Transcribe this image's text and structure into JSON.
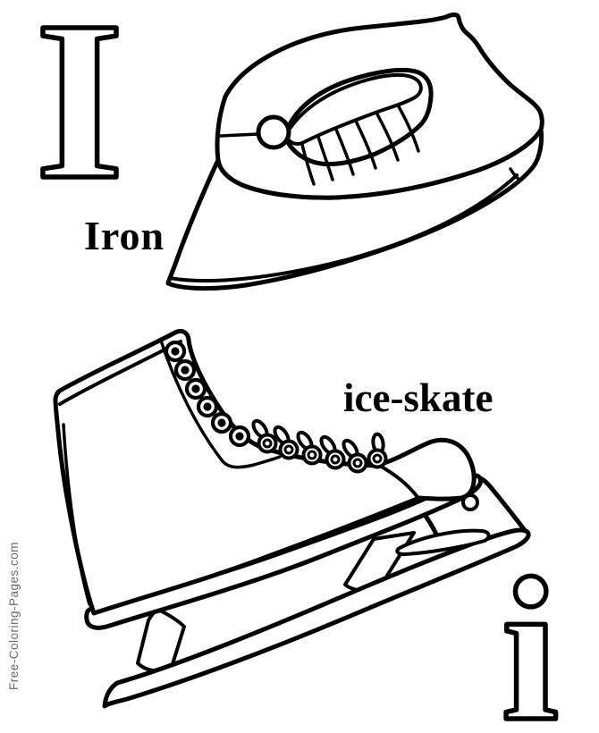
{
  "page": {
    "background": "#ffffff",
    "ink_color": "#000000",
    "watermark_color": "#6a6a6a"
  },
  "letters": {
    "uppercase": "I",
    "lowercase": "i"
  },
  "labels": {
    "iron": "Iron",
    "ice_skate": "ice-skate"
  },
  "watermark": {
    "text": "Free-Coloring-Pages.com"
  },
  "illustrations": {
    "iron": {
      "name": "clothes-iron-line-art",
      "rib_lines": 6
    },
    "ice_skate": {
      "name": "ice-skate-line-art",
      "eyelets": 6,
      "lace_rings": 6,
      "stanchions": 2,
      "rivets": 1
    }
  }
}
